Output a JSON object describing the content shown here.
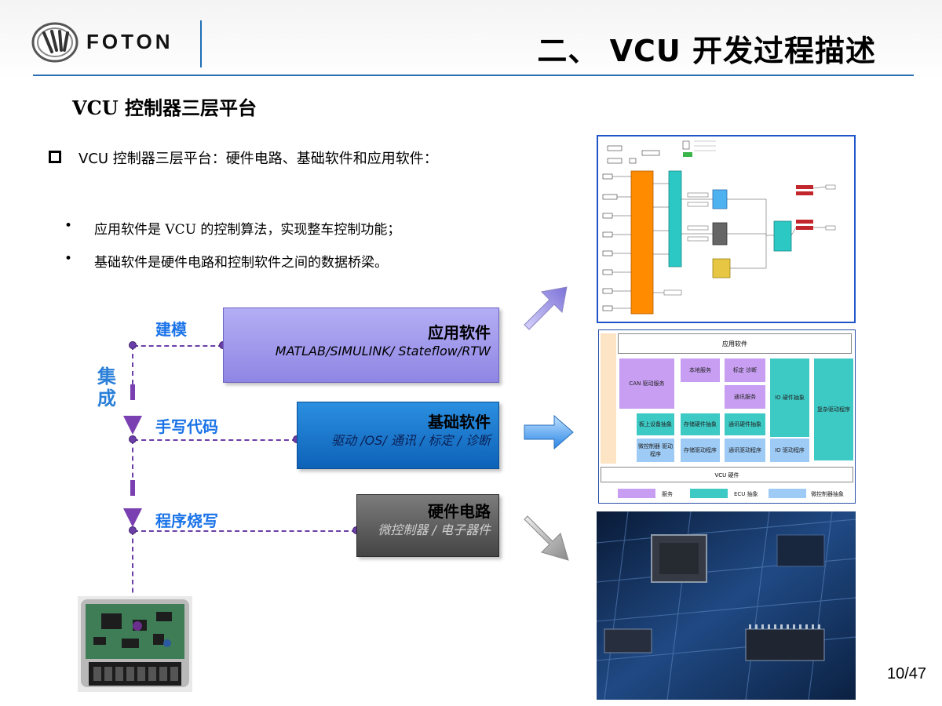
{
  "header": {
    "logo_word": "FOTON",
    "title": "二、 VCU 开发过程描述"
  },
  "section": {
    "heading": "VCU 控制器三层平台"
  },
  "bullets": {
    "main": "VCU 控制器三层平台：硬件电路、基础软件和应用软件：",
    "items": [
      "应用软件是 VCU 的控制算法，实现整车控制功能；",
      "基础软件是硬件电路和控制软件之间的数据桥梁。"
    ]
  },
  "diagram": {
    "steps": [
      "建模",
      "手写代码",
      "程序烧写"
    ],
    "integrate_label": "集成",
    "layers": [
      {
        "title": "应用软件",
        "subtitle": "MATLAB/SIMULINK/ Stateflow/RTW"
      },
      {
        "title": "基础软件",
        "subtitle": "驱动 /OS/ 通讯 / 标定 / 诊断"
      },
      {
        "title": "硬件电路",
        "subtitle": "微控制器 / 电子器件"
      }
    ]
  },
  "architecture": {
    "app_label": "应用软件",
    "vcu_label": "VCU 硬件",
    "blocks": [
      "CAN 驱动服务",
      "本地服务",
      "标定 诊断",
      "通讯服务",
      "IO 硬件抽象",
      "复杂驱动程序",
      "板上设备抽象",
      "存储硬件抽象",
      "通讯硬件抽象",
      "微控制器 驱动程序",
      "存储驱动程序",
      "通讯驱动程序",
      "IO 驱动程序"
    ],
    "legend": [
      "服务",
      "ECU 抽象",
      "微控制器抽象"
    ]
  },
  "colors": {
    "accent_blue": "#1f6fb5",
    "purple": "#6c3fa8",
    "app_box": "#a39cf0",
    "base_box": "#1a7ad0",
    "hw_box": "#5a5a5a",
    "arch_purple": "#c79ef2",
    "arch_teal": "#3dc9c4",
    "arch_lightblue": "#9ecbf5"
  },
  "icons": [
    "foton-logo-icon",
    "square-bullet-icon",
    "dot-bullet-icon",
    "arrow-up-right-icon",
    "arrow-right-icon",
    "arrow-down-right-icon"
  ],
  "page": {
    "number": "10/47"
  }
}
